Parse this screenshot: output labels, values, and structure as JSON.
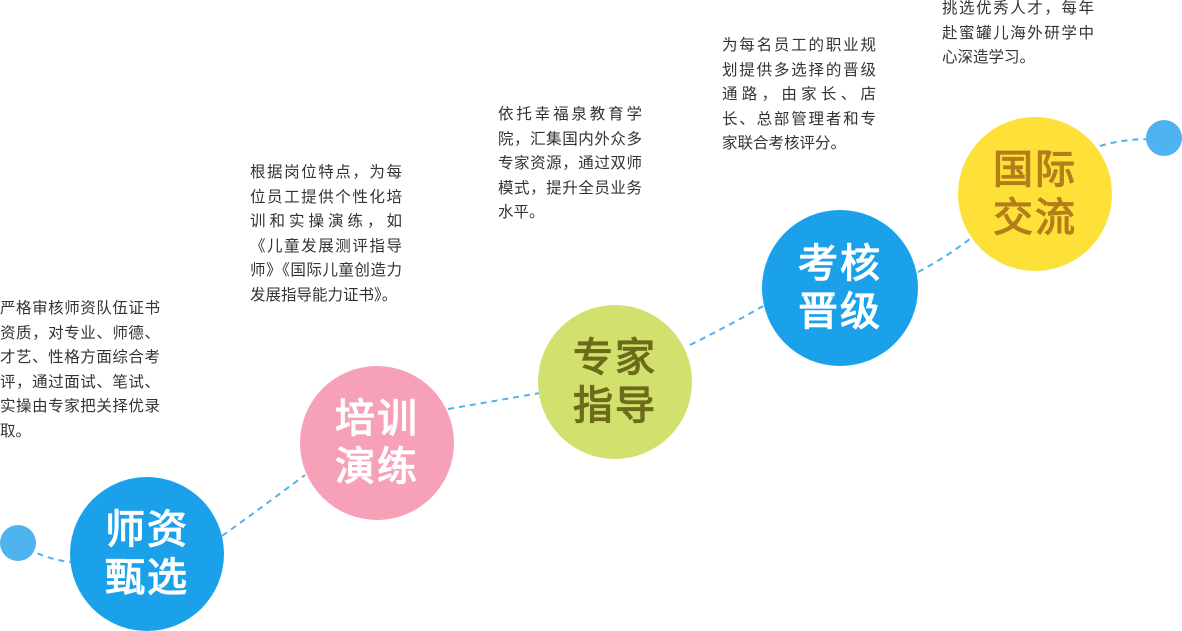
{
  "steps": [
    {
      "id": "teacher-selection",
      "title": "师资甄选",
      "color": "#1aa1ea",
      "text_color": "#ffffff",
      "description": "严格审核师资队伍证书资质，对专业、师德、才艺、性格方面综合考评，通过面试、笔试、实操由专家把关择优录取。"
    },
    {
      "id": "training-practice",
      "title": "培训演练",
      "color": "#f6a1b8",
      "text_color": "#ffffff",
      "description": "根据岗位特点，为每位员工提供个性化培训和实操演练，如《儿童发展测评指导师》《国际儿童创造力发展指导能力证书》。"
    },
    {
      "id": "expert-guidance",
      "title": "专家指导",
      "color": "#d2e06e",
      "text_color": "#6b6b1a",
      "description": "依托幸福泉教育学院，汇集国内外众多专家资源，通过双师模式，提升全员业务水平。"
    },
    {
      "id": "assessment-promotion",
      "title": "考核晋级",
      "color": "#1aa1ea",
      "text_color": "#ffffff",
      "description": "为每名员工的职业规划提供多选择的晋级通路，由家长、店长、总部管理者和专家联合考核评分。"
    },
    {
      "id": "international-exchange",
      "title": "国际交流",
      "color": "#fde138",
      "text_color": "#b37d1a",
      "description": "挑选优秀人才，每年赴蜜罐儿海外研学中心深造学习。"
    }
  ],
  "colors": {
    "connector": "#4fb3ef",
    "endpoint_dot": "#4fb3ef"
  }
}
